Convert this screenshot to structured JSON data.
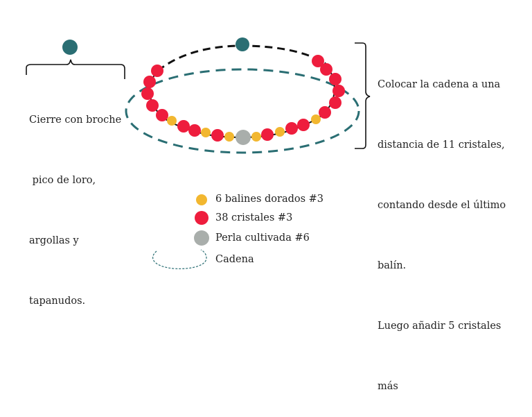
{
  "colors": {
    "teal": "#2a6e73",
    "red": "#ee1d3d",
    "gold": "#f2b730",
    "gray": "#a9aeab",
    "chain": "#111111",
    "text": "#222222"
  },
  "left_note": {
    "lines": [
      "Cierre con broche",
      " pico de loro,",
      "argollas y",
      "tapanudos."
    ]
  },
  "right_note": {
    "lines": [
      "Colocar la cadena a una",
      "distancia de 11 cristales,",
      "contando desde el último",
      "balín.",
      "Luego añadir 5 cristales",
      "más"
    ]
  },
  "legend": {
    "items": [
      {
        "label": "6 balines dorados #3",
        "icon": "gold-bead-icon"
      },
      {
        "label": "38 cristales #3",
        "icon": "red-crystal-icon"
      },
      {
        "label": "Perla cultivada #6",
        "icon": "gray-pearl-icon"
      },
      {
        "label": "Cadena",
        "icon": "dashed-chain-icon"
      }
    ]
  }
}
